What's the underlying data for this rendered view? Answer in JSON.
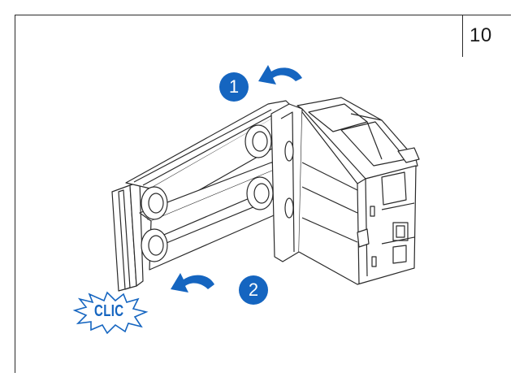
{
  "page": {
    "number": "10"
  },
  "steps": [
    {
      "label": "1",
      "icon": "curved-arrow-left-icon"
    },
    {
      "label": "2",
      "icon": "curved-arrow-left-icon"
    }
  ],
  "sound_effect": {
    "text": "CLIC",
    "icon": "starburst-icon"
  },
  "colors": {
    "accent": "#1565c0",
    "line": "#2a2a2a"
  }
}
